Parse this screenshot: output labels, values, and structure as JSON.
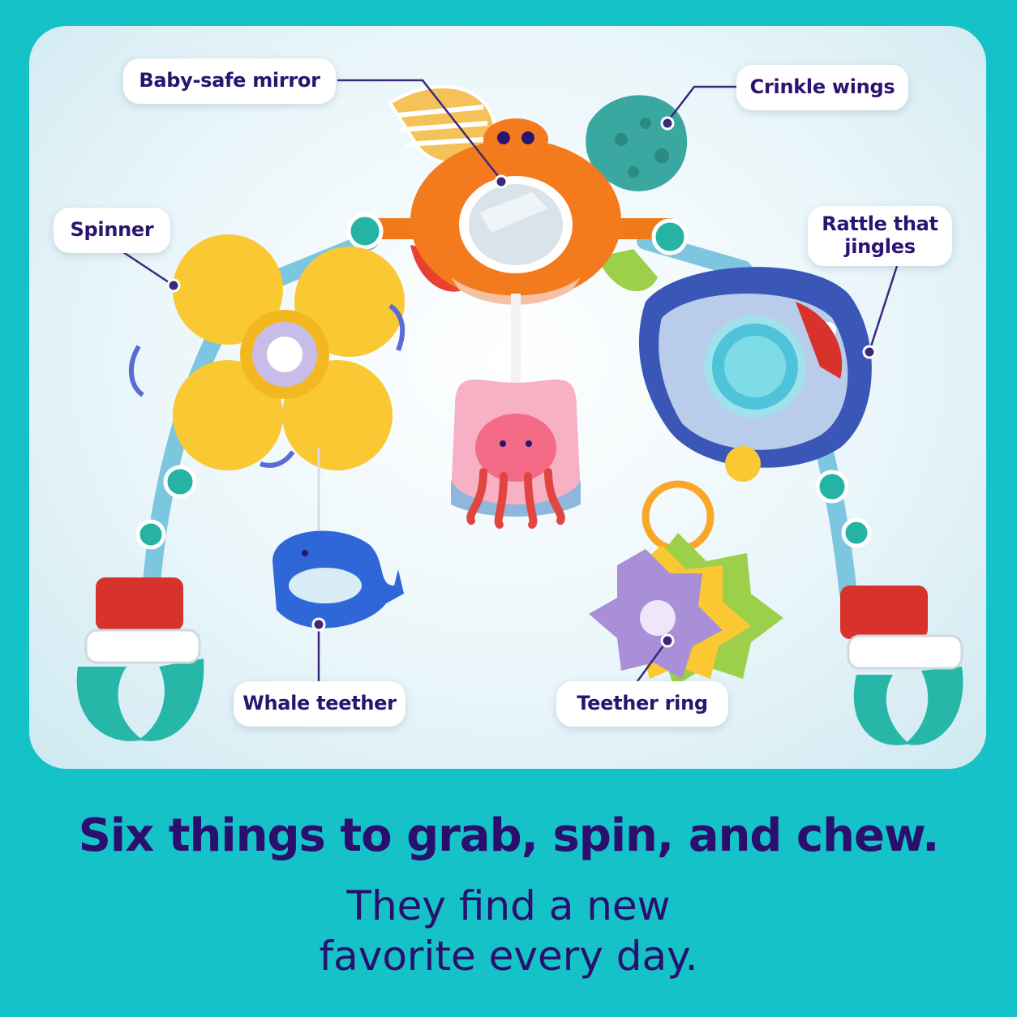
{
  "labels": {
    "mirror": "Baby-safe mirror",
    "wings": "Crinkle wings",
    "spinner": "Spinner",
    "rattle": "Rattle that jingles",
    "whale": "Whale teether",
    "teether_ring": "Teether ring"
  },
  "headline": "Six things to grab, spin, and chew.",
  "subline": "They find a new favorite every day.",
  "colors": {
    "background": "#15c2c8",
    "text": "#2a0f6e",
    "connector": "#3b2a7a"
  }
}
